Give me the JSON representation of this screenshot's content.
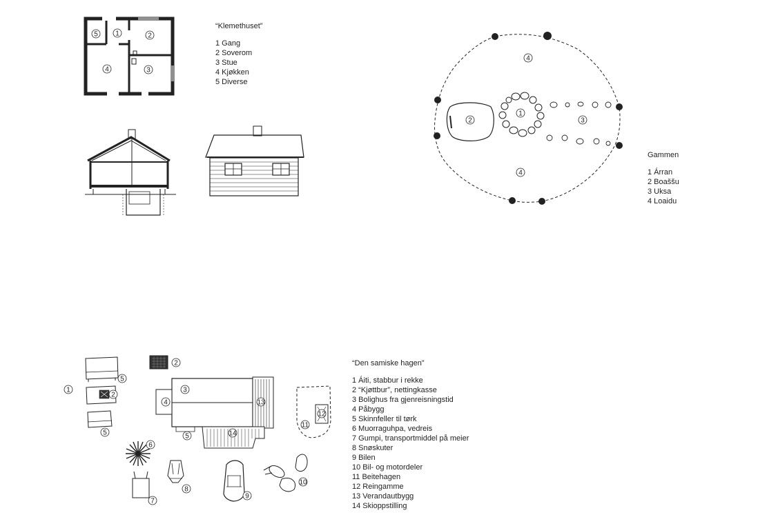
{
  "klemethuset": {
    "title": "“Klemethuset”",
    "items": [
      "1 Gang",
      "2 Soverom",
      "3 Stue",
      "4 Kjøkken",
      "5 Diverse"
    ],
    "plan_numbers": [
      "1",
      "2",
      "3",
      "4",
      "5"
    ]
  },
  "gammen": {
    "title": "Gammen",
    "items": [
      "1 Árran",
      "2  Boaššu",
      "3 Uksa",
      "4 Loaidu"
    ],
    "plan_numbers": [
      "1",
      "2",
      "3",
      "4",
      "4"
    ]
  },
  "hagen": {
    "title": "“Den samiske hagen”",
    "items": [
      "1 Áiti, stabbur i rekke",
      "2 “Kjøttbur”, nettingkasse",
      "3 Bolighus fra gjenreisningstid",
      "4 Påbygg",
      "5 Skinnfeller til tørk",
      "6 Muorraguhpa, vedreis",
      "7 Gumpi, transportmiddel på meier",
      "8 Snøskuter",
      "9 Bilen",
      "10 Bil- og motordeler",
      "11 Beitehagen",
      "12 Reingamme",
      "13 Verandautbygg",
      "14 Skioppstilling"
    ],
    "plan_numbers": [
      "1",
      "2",
      "2",
      "3",
      "4",
      "5",
      "5",
      "5",
      "6",
      "7",
      "8",
      "9",
      "10",
      "11",
      "12",
      "13",
      "14"
    ]
  }
}
